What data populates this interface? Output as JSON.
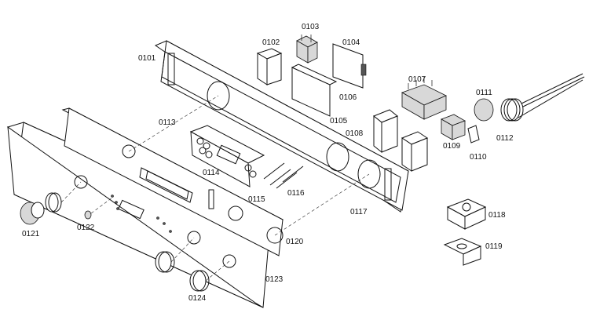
{
  "diagram": {
    "callouts": [
      {
        "id": "0101",
        "text": "0101"
      },
      {
        "id": "0102",
        "text": "0102"
      },
      {
        "id": "0103",
        "text": "0103"
      },
      {
        "id": "0104",
        "text": "0104"
      },
      {
        "id": "0105",
        "text": "0105"
      },
      {
        "id": "0106",
        "text": "0106"
      },
      {
        "id": "0107",
        "text": "0107"
      },
      {
        "id": "0108",
        "text": "0108"
      },
      {
        "id": "0109",
        "text": "0109"
      },
      {
        "id": "0110",
        "text": "0110"
      },
      {
        "id": "0111",
        "text": "0111"
      },
      {
        "id": "0112",
        "text": "0112"
      },
      {
        "id": "0113",
        "text": "0113"
      },
      {
        "id": "0114",
        "text": "0114"
      },
      {
        "id": "0115",
        "text": "0115"
      },
      {
        "id": "0116",
        "text": "0116"
      },
      {
        "id": "0117",
        "text": "0117"
      },
      {
        "id": "0118",
        "text": "0118"
      },
      {
        "id": "0119",
        "text": "0119"
      },
      {
        "id": "0120",
        "text": "0120"
      },
      {
        "id": "0121",
        "text": "0121"
      },
      {
        "id": "0122",
        "text": "0122"
      },
      {
        "id": "0123",
        "text": "0123"
      },
      {
        "id": "0124",
        "text": "0124"
      }
    ]
  }
}
